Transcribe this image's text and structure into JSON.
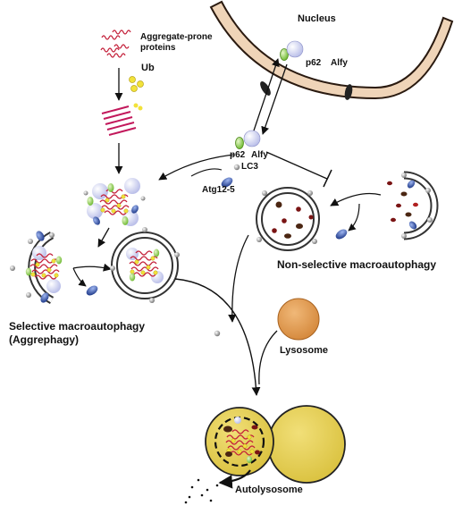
{
  "labels": {
    "nucleus": "Nucleus",
    "aggregate_prone_line1": "Aggregate-prone",
    "aggregate_prone_line2": "proteins",
    "ub": "Ub",
    "p62_top": "p62",
    "alfy_top": "Alfy",
    "p62_mid": "p62",
    "alfy_mid": "Alfy",
    "lc3": "LC3",
    "atg12_5": "Atg12-5",
    "non_selective": "Non-selective macroautophagy",
    "selective_line1": "Selective macroautophagy",
    "selective_line2": "(Aggrephagy)",
    "lysosome": "Lysosome",
    "autolysosome": "Autolysosome"
  },
  "colors": {
    "nuclear_envelope_fill": "#efd4b8",
    "nuclear_envelope_stroke": "#2a1a10",
    "ubiquitin": "#f2e23a",
    "protein_red": "#d0263a",
    "p62_green": "#8fcf4a",
    "alfy_lavender": "#c7cbee",
    "lc3_gray": "#9a9a9a",
    "atg_blue": "#2f4fa8",
    "cargo_dark_red": "#7a1414",
    "cargo_brown": "#4b2612",
    "lysosome_orange": "#e19a4c",
    "autolysosome_yellow": "#e6cf52",
    "line": "#111111"
  }
}
